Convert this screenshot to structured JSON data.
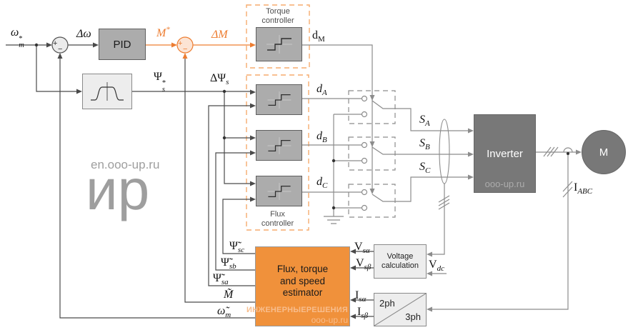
{
  "labels": {
    "omega_ref": {
      "base": "ω",
      "sup": "*",
      "sub": "m"
    },
    "delta_omega": {
      "base": "Δω"
    },
    "m_ref": {
      "base": "M",
      "sup": "*"
    },
    "delta_m": {
      "base": "ΔM"
    },
    "d_m": {
      "base": "d",
      "sub": "M"
    },
    "psi_ref": {
      "base": "Ψ",
      "sup": "*",
      "sub": "s"
    },
    "delta_psi": {
      "base": "ΔΨ",
      "sub": "s"
    },
    "d_a": {
      "base": "d",
      "sub": "A"
    },
    "d_b": {
      "base": "d",
      "sub": "B"
    },
    "d_c": {
      "base": "d",
      "sub": "C"
    },
    "s_a": {
      "base": "S",
      "sub": "A"
    },
    "s_b": {
      "base": "S",
      "sub": "B"
    },
    "s_c": {
      "base": "S",
      "sub": "C"
    },
    "i_abc": {
      "base": "I",
      "sub": "ABC"
    },
    "psi_sc": {
      "base": "Ψ̃",
      "sub": "sc"
    },
    "psi_sb": {
      "base": "Ψ̃",
      "sub": "sb"
    },
    "psi_sa": {
      "base": "Ψ̃",
      "sub": "sa"
    },
    "m_est": {
      "base": "M̃"
    },
    "omega_est": {
      "base": "ω̃",
      "sub": "m"
    },
    "v_sa": {
      "base": "V",
      "sub": "sα"
    },
    "v_sb": {
      "base": "V",
      "sub": "sβ"
    },
    "v_dc": {
      "base": "V",
      "sub": "dc"
    },
    "i_sa": {
      "base": "I",
      "sub": "sα"
    },
    "i_sb": {
      "base": "I",
      "sub": "sβ"
    },
    "plus": "+",
    "minus": "−"
  },
  "blocks": {
    "pid": "PID",
    "torque_box": {
      "line1": "Torque",
      "line2": "controller"
    },
    "flux_box": {
      "line1": "Flux",
      "line2": "controller"
    },
    "inverter": {
      "label": "Inverter",
      "watermark": "ooo-up.ru"
    },
    "motor": "M",
    "estimator": {
      "line1": "Flux, torque",
      "line2": "and speed",
      "line3": "estimator",
      "watermark1": "ИНЖЕНЕРНЫЕРЕШЕНИЯ",
      "watermark2": "ooo-up.ru"
    },
    "voltage_calc": {
      "line1": "Voltage",
      "line2": "calculation"
    },
    "phase_conv": {
      "top": "2ph",
      "bottom": "3ph"
    }
  },
  "watermarks": {
    "top": "en.ooo-up.ru",
    "big": "ир"
  },
  "theme": {
    "orange": "#ED7D31",
    "orangeSoft": "#F5AC6E",
    "orangeFillLight": "#FCE4D4",
    "estimatorFill": "#F0913B",
    "estimatorWm": "#F8BD8C",
    "blockGray": "#ACACAC",
    "blockGrayBorder": "#5F5F5F",
    "darkBlock": "#787878",
    "lightBlock": "#EDEDED",
    "lightBlockBorder": "#8A8A8A",
    "wireDark": "#4A4A4A",
    "wireLight": "#8C8C8C",
    "watermarkGray": "#9E9E9E",
    "captionGray": "#4D4D4D",
    "ink": "#1A1A1A"
  }
}
